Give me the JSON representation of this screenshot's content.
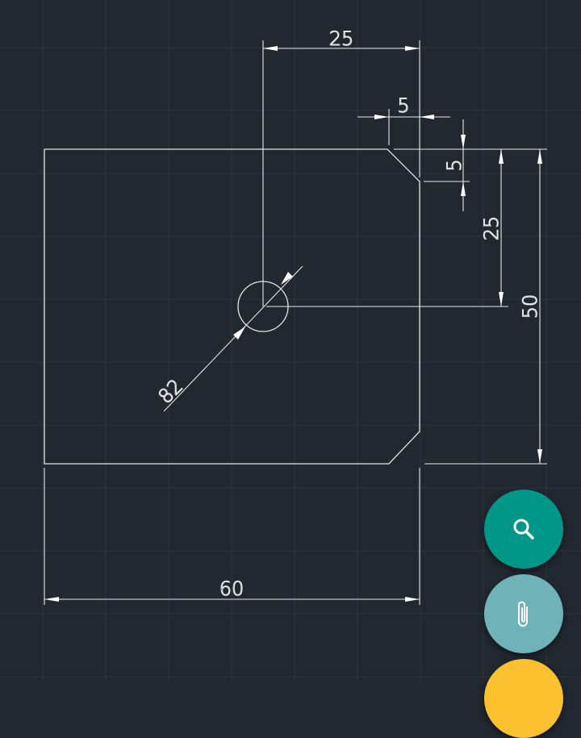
{
  "drawing": {
    "dimensions": {
      "top_offset": "25",
      "chamfer_horizontal": "5",
      "chamfer_vertical": "5",
      "hole_vertical_offset": "25",
      "height": "50",
      "width": "60",
      "hole_diameter": "82"
    },
    "colors": {
      "background": "#212830",
      "grid": "#2d3441",
      "lines": "#e6e6e6"
    }
  },
  "fabs": {
    "search": {
      "icon": "search-icon",
      "color": "#009688"
    },
    "attach": {
      "icon": "paperclip-icon",
      "color": "#6fb3b8"
    },
    "third": {
      "color": "#fbc02d"
    }
  }
}
